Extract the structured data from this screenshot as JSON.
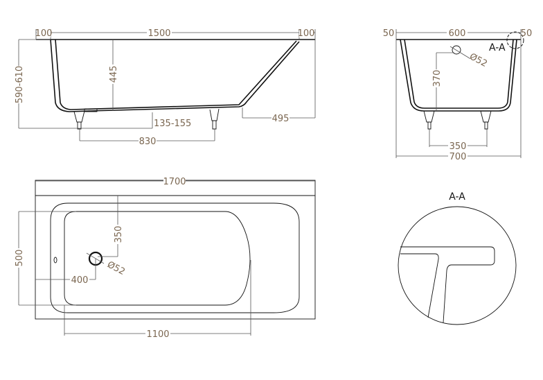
{
  "side_view": {
    "dim_left_rim": "100",
    "dim_inner_length": "1500",
    "dim_right_rim": "100",
    "dim_total_height": "590-610",
    "dim_depth": "445",
    "dim_leg_height": "135-155",
    "dim_leg_spacing": "830",
    "dim_slope": "495"
  },
  "end_view": {
    "dim_left_rim": "50",
    "dim_inner_width": "600",
    "dim_right_rim": "50",
    "section_label": "A-A",
    "dim_overflow_diameter": "Ø52",
    "dim_overflow_height": "370",
    "dim_leg_spacing": "350",
    "dim_total_width": "700"
  },
  "plan_view": {
    "dim_total_length": "1700",
    "dim_width": "500",
    "dim_drain_y": "350",
    "dim_drain_x": "400",
    "dim_drain_diameter": "Ø52",
    "dim_bottom_length": "1100"
  },
  "detail_view": {
    "title": "A-A"
  }
}
